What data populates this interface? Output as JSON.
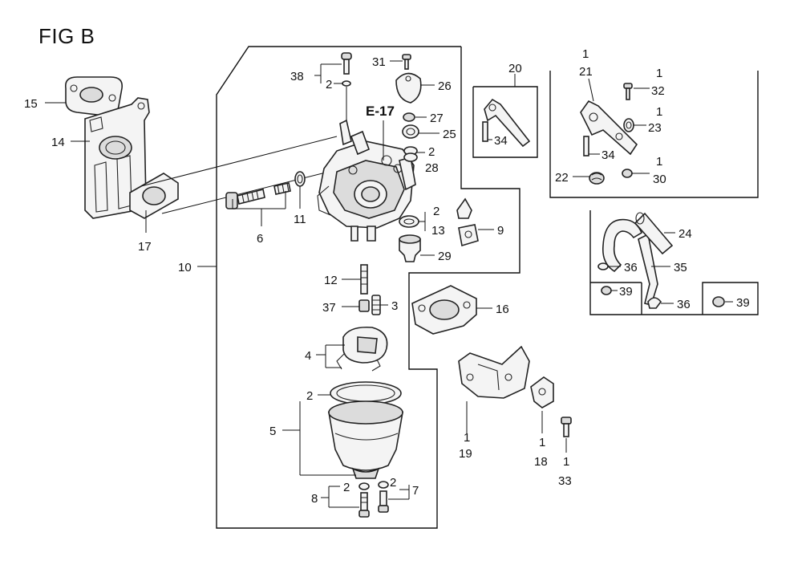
{
  "figure": {
    "title": "FIG B",
    "reference": "E-17"
  },
  "callouts": {
    "c1": "1",
    "c2": "2",
    "c3": "3",
    "c4": "4",
    "c5": "5",
    "c6": "6",
    "c7": "7",
    "c8": "8",
    "c9": "9",
    "c10": "10",
    "c11": "11",
    "c12": "12",
    "c13": "13",
    "c14": "14",
    "c15": "15",
    "c16": "16",
    "c17": "17",
    "c18": "18",
    "c19": "19",
    "c20": "20",
    "c21": "21",
    "c22": "22",
    "c23": "23",
    "c24": "24",
    "c25": "25",
    "c26": "26",
    "c27": "27",
    "c28": "28",
    "c29": "29",
    "c30": "30",
    "c31": "31",
    "c32": "32",
    "c33": "33",
    "c34": "34",
    "c35": "35",
    "c36": "36",
    "c37": "37",
    "c38": "38",
    "c39": "39"
  }
}
